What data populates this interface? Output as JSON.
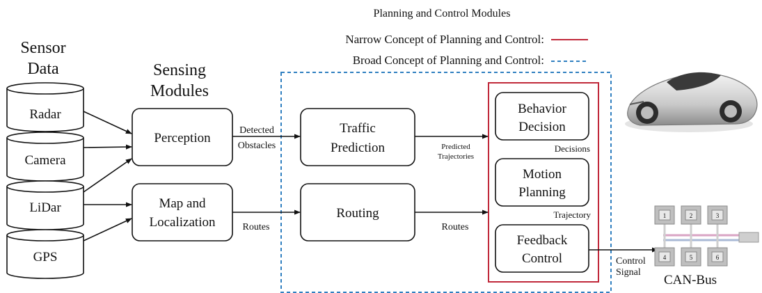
{
  "legend": {
    "title": "Planning and Control Modules",
    "narrow_label": "Narrow Concept of Planning and Control:",
    "broad_label": "Broad Concept of Planning and Control:",
    "narrow_color": "#c0283a",
    "broad_color": "#2f7fc0"
  },
  "sensor_data": {
    "title_line1": "Sensor",
    "title_line2": "Data",
    "items": [
      "Radar",
      "Camera",
      "LiDar",
      "GPS"
    ]
  },
  "sensing": {
    "title_line1": "Sensing",
    "title_line2": "Modules",
    "perception": "Perception",
    "map_line1": "Map and",
    "map_line2": "Localization"
  },
  "planning": {
    "traffic_line1": "Traffic",
    "traffic_line2": "Prediction",
    "routing": "Routing",
    "behavior_line1": "Behavior",
    "behavior_line2": "Decision",
    "motion_line1": "Motion",
    "motion_line2": "Planning",
    "feedback_line1": "Feedback",
    "feedback_line2": "Control"
  },
  "edge_labels": {
    "detected": "Detected",
    "obstacles": "Obstacles",
    "routes_1": "Routes",
    "predicted": "Predicted",
    "trajectories": "Trajectories",
    "routes_2": "Routes",
    "decisions": "Decisions",
    "trajectory": "Trajectory",
    "control": "Control",
    "signal": "Signal"
  },
  "can_bus": {
    "label": "CAN-Bus",
    "nodes": [
      "1",
      "2",
      "3",
      "4",
      "5",
      "6"
    ]
  },
  "icons": [
    "car-icon",
    "can-bus-icon"
  ]
}
